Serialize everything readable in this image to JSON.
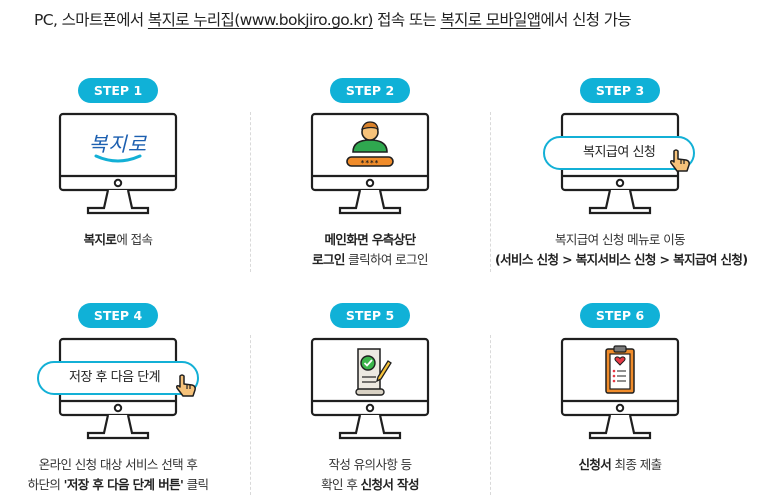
{
  "header": {
    "part1": "PC, 스마트폰에서 ",
    "link1": "복지로 누리집(www.bokjiro.go.kr)",
    "part2": " 접속 또는 ",
    "link2": "복지로 모바일앱",
    "part3": "에서 신청 가능"
  },
  "colors": {
    "accent": "#10b1d7",
    "monitor_stroke": "#1f1f1f",
    "bubble_border": "#13b0d6",
    "hand": "#f6c27a"
  },
  "steps": [
    {
      "badge": "STEP 1",
      "screen": "복지로",
      "icon": "bokjiro-logo",
      "cap1_bold": "복지로",
      "cap1_rest": "에 접속"
    },
    {
      "badge": "STEP 2",
      "screen": "****",
      "icon": "user-login-icon",
      "cap1_bold": "메인화면 우측상단",
      "cap2_bold": "로그인",
      "cap2_rest": " 클릭하여 로그인"
    },
    {
      "badge": "STEP 3",
      "bubble": "복지급여 신청",
      "icon": "pointer-hand-icon",
      "cap1": "복지급여 신청 메뉴로 이동",
      "cap2_bold": "(서비스 신청 > 복지서비스 신청 > 복지급여 신청)"
    },
    {
      "badge": "STEP 4",
      "bubble": "저장 후 다음 단계",
      "icon": "pointer-hand-icon",
      "cap1": "온라인 신청 대상 서비스 선택 후",
      "cap2_pre": "하단의 ",
      "cap2_bold": "'저장 후 다음 단계 버튼'",
      "cap2_rest": " 클릭"
    },
    {
      "badge": "STEP 5",
      "icon": "document-check-icon",
      "cap1": "작성 유의사항 등",
      "cap2_pre": "확인 후 ",
      "cap2_bold": "신청서 작성"
    },
    {
      "badge": "STEP 6",
      "icon": "clipboard-heart-icon",
      "cap1_bold": "신청서",
      "cap1_rest": " 최종 제출"
    }
  ]
}
